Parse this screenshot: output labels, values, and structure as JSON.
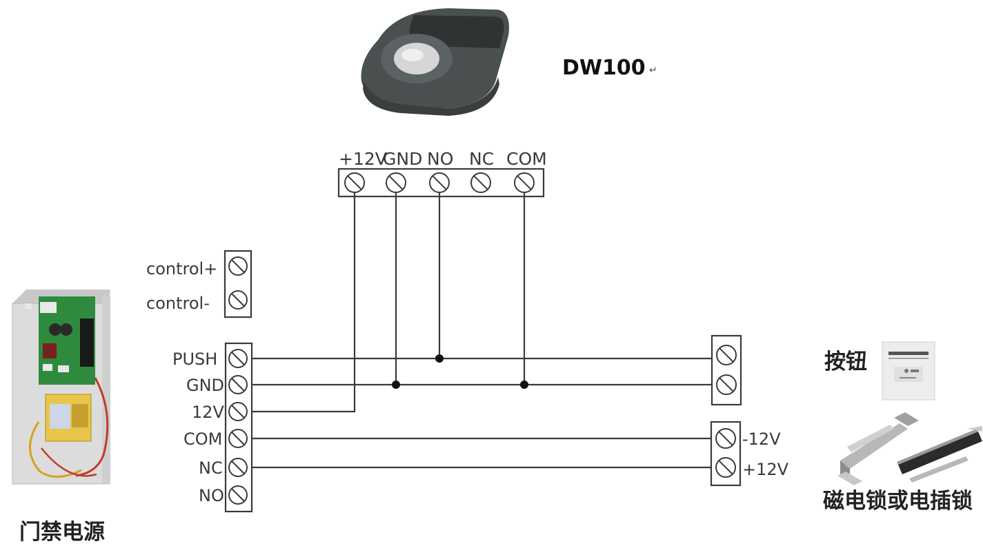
{
  "device": {
    "model": "DW100",
    "paragraph_mark": "↵",
    "terminals": [
      "+12V",
      "GND",
      "NO",
      "NC",
      "COM"
    ]
  },
  "control_block": {
    "terminals": [
      "control+",
      "control-"
    ]
  },
  "power_supply": {
    "title": "门禁电源",
    "terminals": [
      "PUSH",
      "GND",
      "12V",
      "COM",
      "NC",
      "NO"
    ]
  },
  "exit_button": {
    "title": "按钮"
  },
  "lock": {
    "title": "磁电锁或电插锁",
    "terminals": [
      "-12V",
      "+12V"
    ]
  },
  "colors": {
    "line": "#3a3a3a",
    "device_body": "#4a4f50",
    "device_button": "#d6d6d6",
    "psu_box": "#dcdcdc",
    "pcb": "#2e8b3e",
    "transformer": "#e8c64a",
    "wire_red": "#c0392b",
    "lock_metal": "#b8b8b8",
    "magnet_body": "#2b2b2b"
  }
}
